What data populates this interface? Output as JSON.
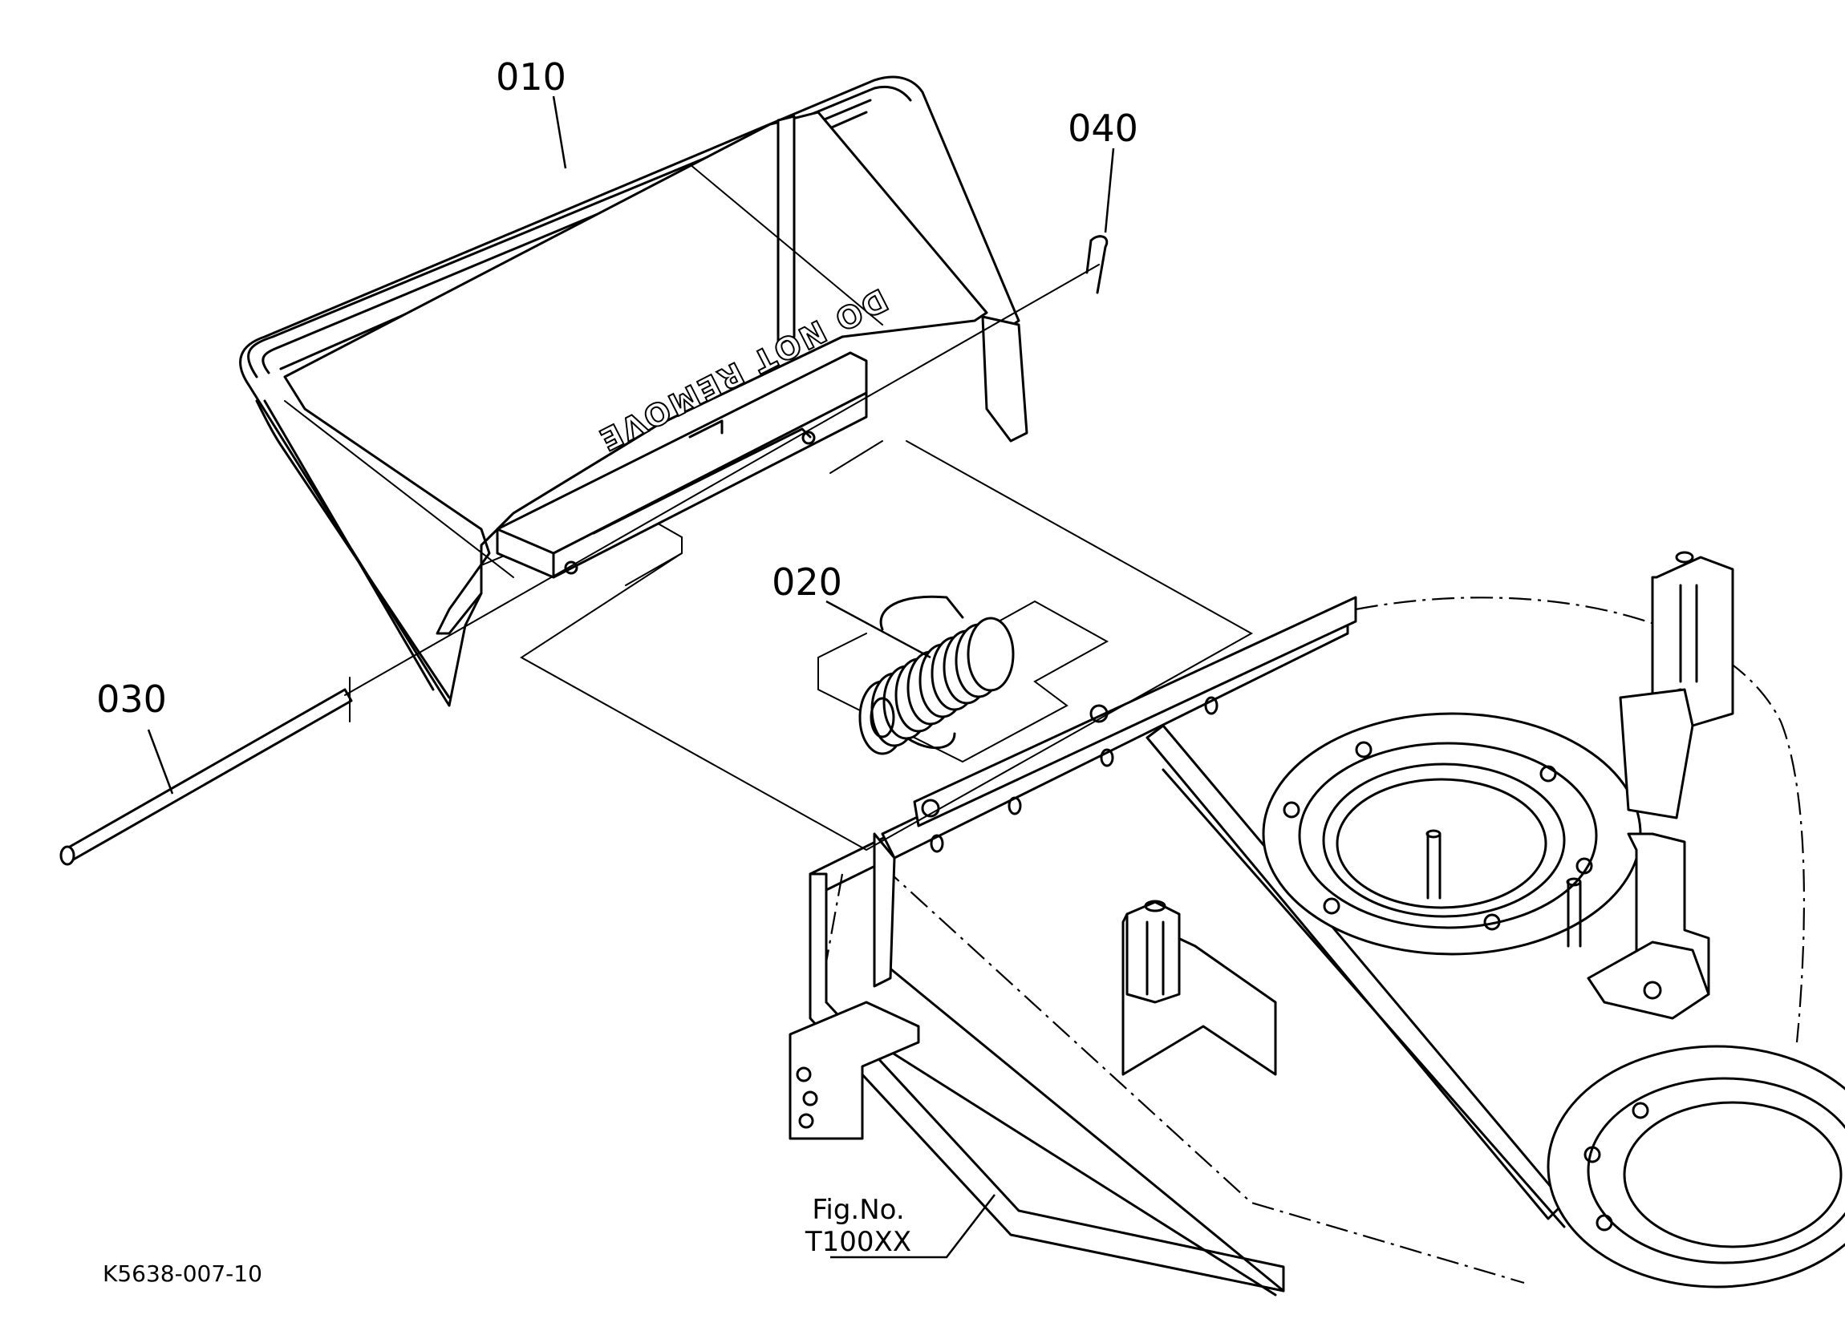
{
  "callouts": {
    "part_010": "010",
    "part_020": "020",
    "part_030": "030",
    "part_040": "040"
  },
  "guard_text": "DO NOT REMOVE",
  "figure_ref": {
    "line1": "Fig.No.",
    "line2": "T100XX"
  },
  "drawing_code": "K5638-007-10"
}
